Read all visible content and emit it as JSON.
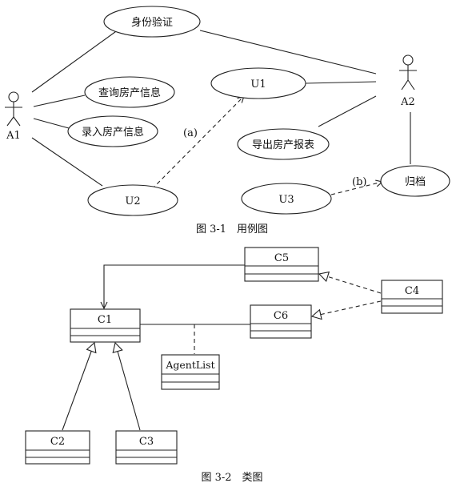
{
  "usecase_diagram": {
    "caption": "图 3-1　用例图",
    "actors": [
      {
        "id": "a1",
        "label": "A1"
      },
      {
        "id": "a2",
        "label": "A2"
      }
    ],
    "usecases": [
      {
        "id": "auth",
        "label": "身份验证"
      },
      {
        "id": "query",
        "label": "查询房产信息"
      },
      {
        "id": "entry",
        "label": "录入房产信息"
      },
      {
        "id": "u1",
        "label": "U1"
      },
      {
        "id": "export",
        "label": "导出房产报表"
      },
      {
        "id": "u2",
        "label": "U2"
      },
      {
        "id": "u3",
        "label": "U3"
      },
      {
        "id": "archive",
        "label": "归档"
      }
    ],
    "relation_labels": {
      "a": "(a)",
      "b": "(b)"
    }
  },
  "class_diagram": {
    "caption": "图 3-2　类图",
    "classes": [
      {
        "id": "c1",
        "label": "C1"
      },
      {
        "id": "c2",
        "label": "C2"
      },
      {
        "id": "c3",
        "label": "C3"
      },
      {
        "id": "c4",
        "label": "C4"
      },
      {
        "id": "c5",
        "label": "C5"
      },
      {
        "id": "c6",
        "label": "C6"
      },
      {
        "id": "agentlist",
        "label": "AgentList"
      }
    ]
  }
}
